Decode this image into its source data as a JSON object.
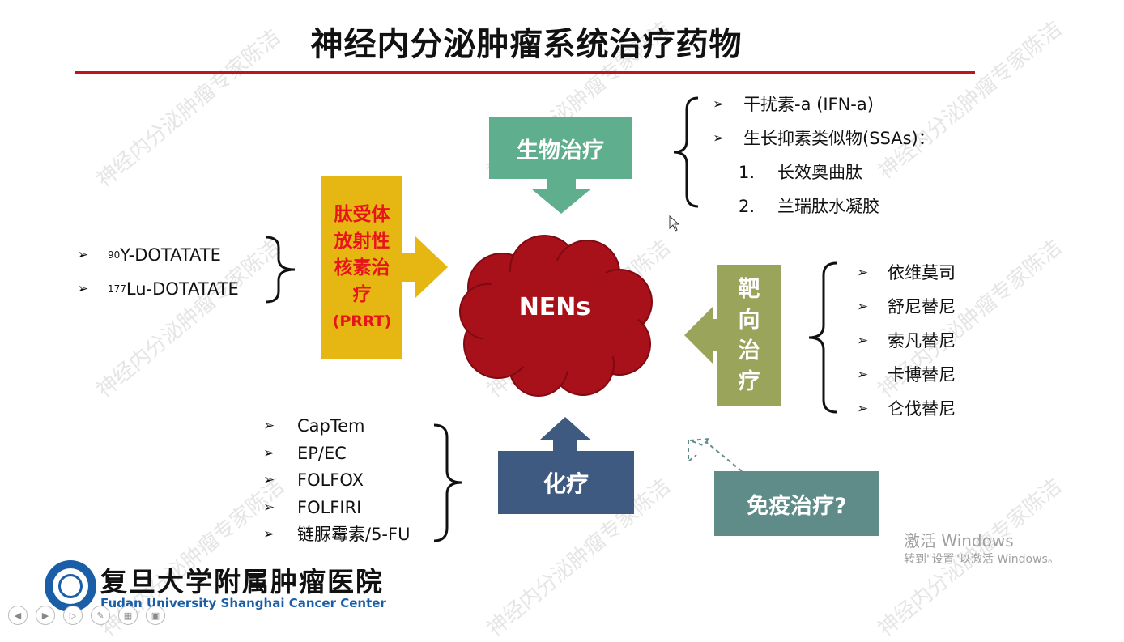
{
  "slide": {
    "title": "神经内分泌肿瘤系统治疗药物",
    "center_label": "NENs",
    "colors": {
      "accent_red": "#c0141c",
      "green": "#5fae8d",
      "yellow": "#e6b713",
      "olive": "#9aa55b",
      "navy": "#3e5a80",
      "teal": "#5f8b89",
      "cloud": "#a8101a"
    }
  },
  "biological": {
    "label": "生物治疗",
    "items": [
      "干扰素-a (IFN-a)",
      "生长抑素类似物(SSAs)："
    ],
    "sub_items": [
      {
        "num": "1.",
        "text": "长效奥曲肽"
      },
      {
        "num": "2.",
        "text": "兰瑞肽水凝胶"
      }
    ]
  },
  "prrt": {
    "label_lines": [
      "肽受体",
      "放射性",
      "核素治",
      "疗"
    ],
    "abbr": "(PRRT)",
    "items": [
      {
        "sup": "90",
        "text": "Y-DOTATATE"
      },
      {
        "sup": "177",
        "text": "Lu-DOTATATE"
      }
    ]
  },
  "targeted": {
    "label_chars": [
      "靶",
      "向",
      "治",
      "疗"
    ],
    "items": [
      "依维莫司",
      "舒尼替尼",
      "索凡替尼",
      "卡博替尼",
      "仑伐替尼"
    ]
  },
  "chemo": {
    "label": "化疗",
    "items": [
      "CapTem",
      "EP/EC",
      "FOLFOX",
      "FOLFIRI",
      "链脲霉素/5-FU"
    ]
  },
  "immuno": {
    "label": "免疫治疗?"
  },
  "bullet_mark": "➢",
  "logo": {
    "name_cn": "复旦大学附属肿瘤医院",
    "name_en": "Fudan University Shanghai Cancer Center"
  },
  "watermark": "神经内分泌肿瘤专家陈洁",
  "os_overlay": {
    "line1": "激活 Windows",
    "line2": "转到\"设置\"以激活 Windows。"
  },
  "player_icons": [
    "prev-icon",
    "play-icon",
    "next-icon",
    "pen-icon",
    "grid-icon",
    "camera-icon"
  ]
}
